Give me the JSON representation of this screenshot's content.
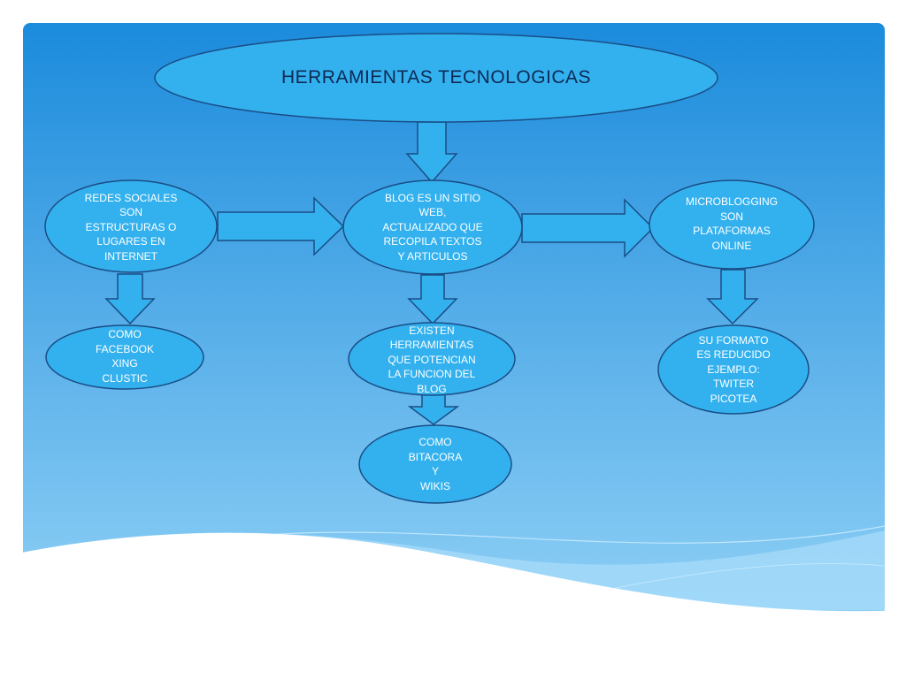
{
  "title": "HERRAMIENTAS  TECNOLOGICAS",
  "nodes": {
    "redes": "REDES SOCIALES\nSON\nESTRUCTURAS  O\nLUGARES EN\nINTERNET",
    "blog": "BLOG ES UN SITIO\nWEB,\nACTUALIZADO  QUE\nRECOPILA  TEXTOS\nY ARTICULOS",
    "micro": "MICROBLOGGING\nSON\nPLATAFORMAS\nONLINE",
    "ejemplos_redes": "COMO\nFACEBOOK\nXING\nCLUSTIC",
    "herramientas": "EXISTEN\nHERRAMIENTAS\nQUE POTENCIAN\nLA FUNCION DEL\nBLOG",
    "formato": "SU FORMATO\nES REDUCIDO\nEJEMPLO:\nTWITER\nPICOTEA",
    "ejemplos_blog": "COMO\nBITACORA\nY\nWIKIS"
  },
  "colors": {
    "background_top": "#1e8fdd",
    "background_bottom": "#86c9f3",
    "node_fill": "#33b1ee",
    "node_stroke": "#1a4d86",
    "title_text": "#0d2a55",
    "node_text": "#ffffff"
  }
}
